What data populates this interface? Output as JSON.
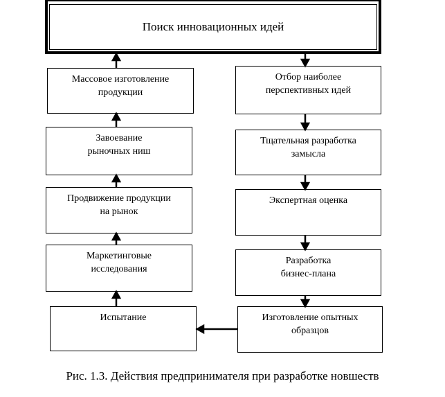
{
  "top": "Поиск инновационных идей",
  "left": [
    {
      "l1": "Массовое изготовление",
      "l2": "продукции"
    },
    {
      "l1": "Завоевание",
      "l2": "рыночных ниш"
    },
    {
      "l1": "Продвижение  продукции",
      "l2": "на рынок"
    },
    {
      "l1": "Маркетинговые",
      "l2": "исследования"
    },
    {
      "l1": "Испытание",
      "l2": ""
    }
  ],
  "right": [
    {
      "l1": "Отбор наиболее",
      "l2": "перспективных  идей"
    },
    {
      "l1": "Тщательная разработка",
      "l2": "замысла"
    },
    {
      "l1": "Экспертная оценка",
      "l2": ""
    },
    {
      "l1": "Разработка",
      "l2": "бизнес-плана"
    },
    {
      "l1": "Изготовление опытных",
      "l2": "образцов"
    }
  ],
  "caption": "Рис. 1.3. Действия предпринимателя при разработке новшеств"
}
